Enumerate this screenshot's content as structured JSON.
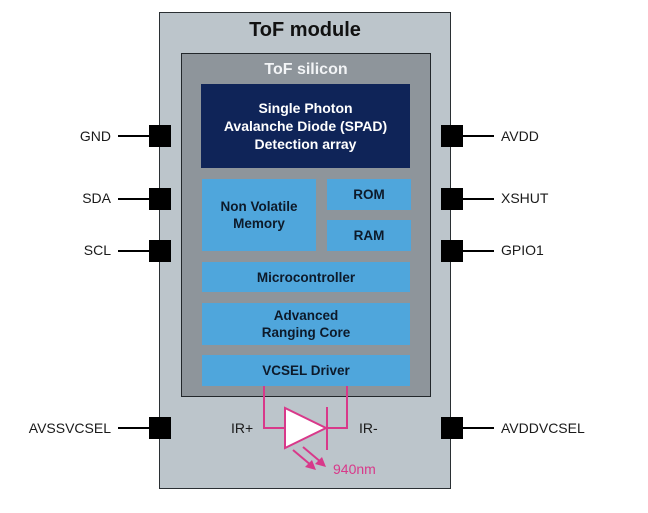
{
  "module": {
    "title": "ToF module",
    "silicon_title": "ToF silicon"
  },
  "blocks": {
    "spad": [
      "Single Photon",
      "Avalanche Diode (SPAD)",
      "Detection array"
    ],
    "nvm": [
      "Non Volatile",
      "Memory"
    ],
    "rom": "ROM",
    "ram": "RAM",
    "mcu": "Microcontroller",
    "arc": [
      "Advanced",
      "Ranging Core"
    ],
    "vcsel": "VCSEL Driver"
  },
  "pins": {
    "left": [
      "GND",
      "SDA",
      "SCL",
      "AVSSVCSEL"
    ],
    "right": [
      "AVDD",
      "XSHUT",
      "GPIO1",
      "AVDDVCSEL"
    ]
  },
  "emitter": {
    "anode_label": "IR+",
    "cathode_label": "IR-",
    "wavelength": "940nm"
  },
  "colors": {
    "module_fill": "#bcc5cb",
    "silicon_fill": "#8e959b",
    "spad_fill": "#0f2458",
    "block_fill": "#4fa6dc",
    "emitter_color": "#d8398a",
    "pin_color": "#000000"
  }
}
